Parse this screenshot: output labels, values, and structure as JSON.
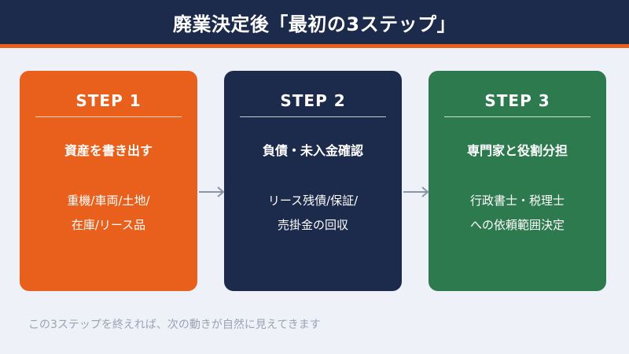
{
  "header": {
    "title": "廃業決定後「最初の3ステップ」"
  },
  "colors": {
    "header_bg": "#1c2a4b",
    "accent": "#e8601c",
    "page_bg": "#eef1f8",
    "arrow": "#8a96a8"
  },
  "steps": [
    {
      "step": "STEP 1",
      "heading": "資産を書き出す",
      "line1": "重機/車両/土地/",
      "line2": "在庫/リース品",
      "color": "#e8601c"
    },
    {
      "step": "STEP 2",
      "heading": "負債・未入金確認",
      "line1": "リース残債/保証/",
      "line2": "売掛金の回収",
      "color": "#1c2a4b"
    },
    {
      "step": "STEP 3",
      "heading": "専門家と役割分担",
      "line1": "行政書士・税理士",
      "line2": "への依頼範囲決定",
      "color": "#2e7a4f"
    }
  ],
  "arrows": [
    {
      "icon": "arrow-right-icon"
    },
    {
      "icon": "arrow-right-icon"
    }
  ],
  "footer": {
    "note": "この3ステップを終えれば、次の動きが自然に見えてきます"
  }
}
